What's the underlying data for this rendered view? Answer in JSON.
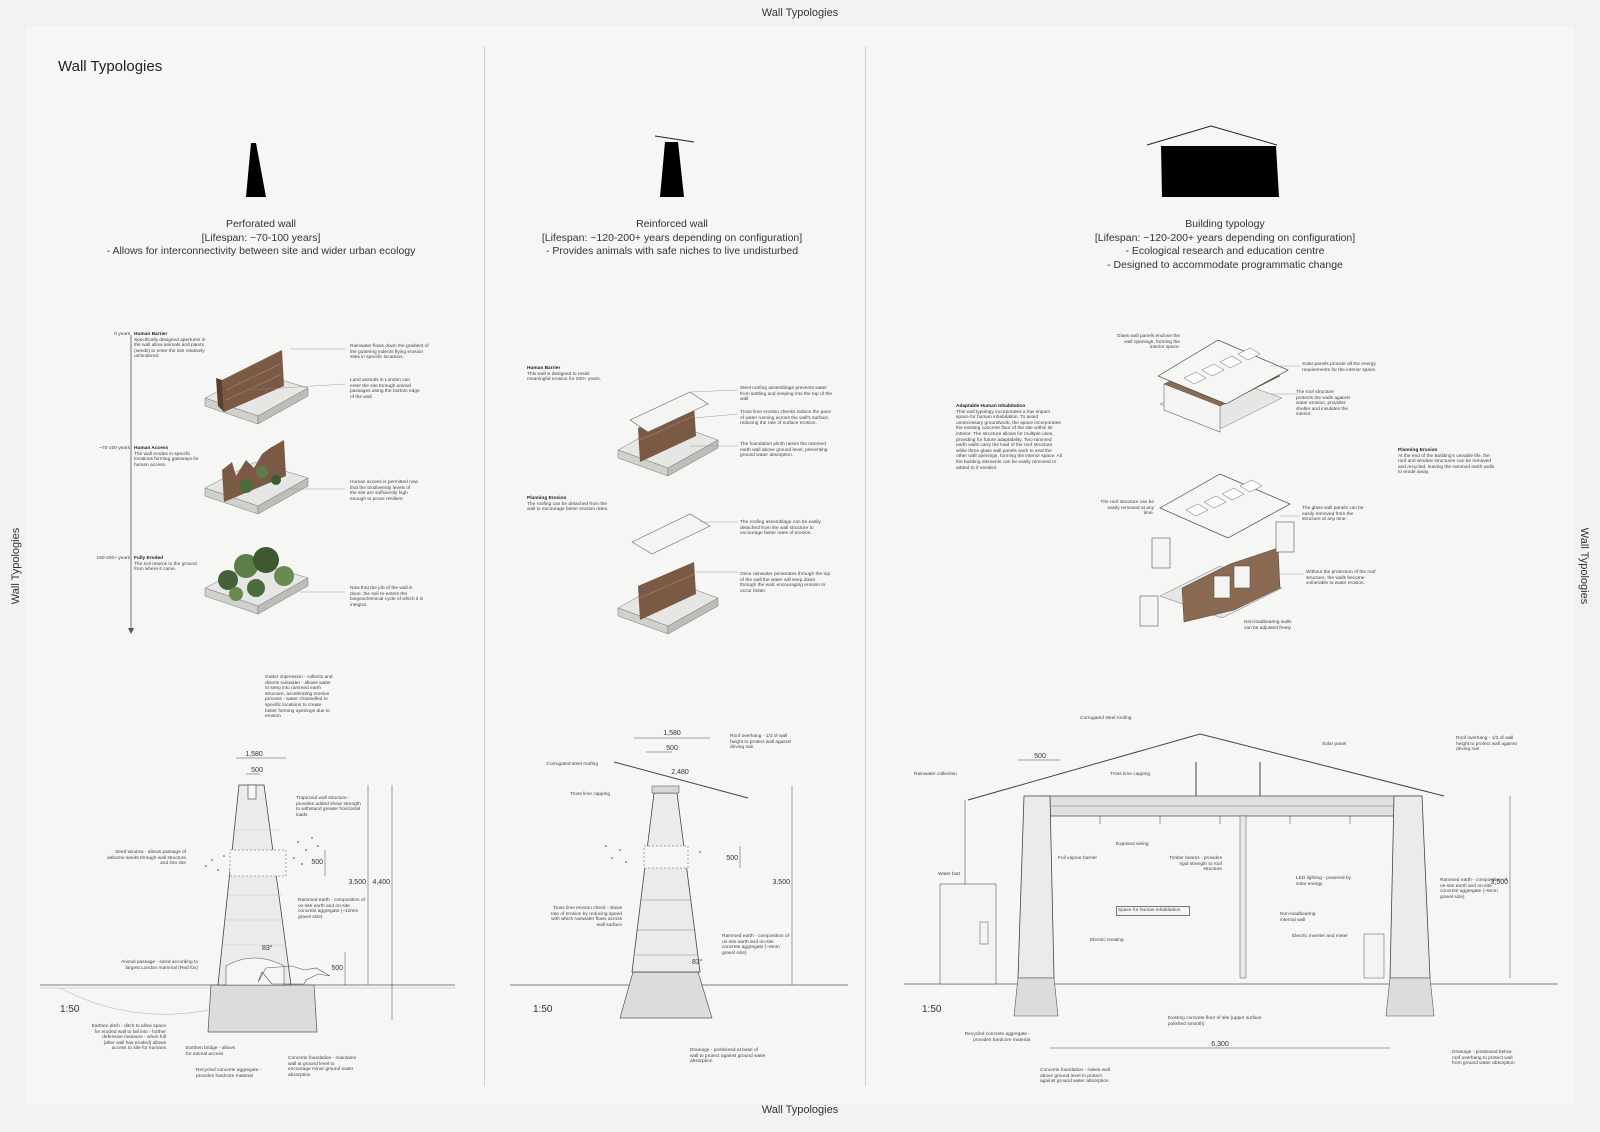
{
  "frame_label": "Wall Typologies",
  "sheet_title": "Wall Typologies",
  "columns": [
    {
      "title": "Perforated wall",
      "lifespan": "[Lifespan: ~70-100 years]",
      "notes": [
        "- Allows for interconnectivity between site and wider urban ecology"
      ],
      "stages": [
        {
          "time": "0 years",
          "heading": "Human Barrier",
          "text": "Specifically designed apertures in the wall allow animals and plants (seeds) to enter the site relatively unhindered."
        },
        {
          "time": "~70-100 years",
          "heading": "Human Access",
          "text": "The wall erodes in specific locations forming gateways for human access."
        },
        {
          "time": "150-200+ years",
          "heading": "Fully Eroded",
          "text": "The soil returns to the ground from where it came."
        }
      ],
      "right_notes": [
        "Rainwater flows down the gradient of the guttering indents flying erosion sites in specific locations.",
        "Land animals in London can enter the site through animal passages along the bottom edge of the wall.",
        "Human access is permitted now that the biodiversity levels of the site are sufficiently high enough to prove resilient.",
        "Now that the job of the wall is done, the soil re-enters the biogeochemical cycle of which it is integral."
      ],
      "section_notes": [
        "Gutter impression - collects and directs rainwater - allows water to seep into rammed earth structure, accelerating erosion process - water channelled to specific locations to create faster forming openings due to erosion",
        "Trapezoid wall structure - provides added shear strength to withstand greater horizontal loads",
        "Seed window - allows passage of airborne seeds through wall structure and into site",
        "Rammed earth - composition of on-site earth and on-site concrete aggregate (~12mm gravel size)",
        "Animal passage - sized according to largest London mammal (Red fox)",
        "Earthen ditch - ditch to allow space for eroded wall to fall into - further defensive measure - when full (after wall has eroded) allows access to site for humans",
        "Earthen bridge - allows for animal access",
        "Recycled concrete aggregate - provides hardcore material",
        "Concrete foundation - maintains wall at ground level to encourage minor ground water absorption"
      ],
      "dims": {
        "top": "1,580",
        "mid": "500",
        "seed": "500",
        "h1": "3,500",
        "h2": "4,400",
        "animal": "500",
        "angle": "83°"
      },
      "scale": "1:50"
    },
    {
      "title": "Reinforced wall",
      "lifespan": "[Lifespan: ~120-200+ years depending on configuration]",
      "notes": [
        "- Provides animals with safe niches to live undisturbed"
      ],
      "left_notes": [
        {
          "heading": "Human Barrier",
          "text": "This wall is designed to resist meaningful erosion for 200+ years."
        },
        {
          "heading": "Planning Erosion",
          "text": "The roofing can be detached from the wall to encourage faster erosion rates."
        }
      ],
      "right_notes": [
        "Steel roofing assemblage prevents water from settling and seeping into the top of the wall.",
        "Tross lime erosion checks reduce the pace of water running across the wall's surface, reducing the rate of surface erosion.",
        "The foundation plinth raises the rammed earth wall above ground level, preventing ground water absorption.",
        "The roofing assemblage can be easily detached from the wall structure to encourage faster rates of erosion.",
        "Once rainwater penetrates through the top of the wall the water will seep down through the wall, encouraging erosion to occur faster."
      ],
      "section_notes": [
        "Roof overhang - 1/3 of wall height to protect wall against driving rain",
        "Corrugated steel roofing",
        "Tross lime capping",
        "Tross lime erosion check - slows rate of erosion by reducing speed with which rainwater flows across wall surface",
        "Rammed earth - composition of on-site earth and on-site concrete aggregate (~8mm gravel size)",
        "Drainage - positioned at base of wall to protect against ground water absorption"
      ],
      "dims": {
        "top": "1,580",
        "mid": "500",
        "roof": "2,480",
        "seed": "500",
        "h1": "3,500",
        "angle": "83°"
      },
      "scale": "1:50"
    },
    {
      "title": "Building typology",
      "lifespan": "[Lifespan: ~120-200+ years depending on configuration]",
      "notes": [
        "- Ecological research and education centre",
        "- Designed to accommodate programmatic change"
      ],
      "left_notes": [
        {
          "heading": "Adaptable Human Inhabitation",
          "text": "This wall typology incorporates a low-impact space for human inhabitation. To avoid unnecessary groundwork, the space incorporates the existing concrete floor of the site within its interior. The structure allows for multiple uses, providing for future adaptability. Two rammed earth walls carry the load of the roof structure while three glass wall panels work to seal the other wall openings, forming the interior space. All the building elements can be easily removed or added to if needed."
        },
        {
          "heading": "",
          "text": "Glass wall panels enclose the wall openings, forming the interior space."
        },
        {
          "heading": "",
          "text": "The roof structure can be easily removed at any time."
        }
      ],
      "right_notes": [
        "Solar panels provide all the energy requirements for the interior space.",
        "The roof structure protects the walls against water erosion, provides shelter and insulates the interior.",
        "The glass wall panels can be easily removed from the structure at any time.",
        "Without the protection of the roof structure, the walls become vulnerable to water erosion.",
        "Non-loadbearing walls can be adjusted freely"
      ],
      "planning": {
        "heading": "Planning Erosion",
        "text": "At the end of the Building's useable life, the roof and window structures can be removed and recycled, leaving the rammed earth walls to erode away."
      },
      "section_notes": [
        "Corrugated steel roofing",
        "Solar panel",
        "Roof overhang - 1/3 of wall height to protect wall against driving rain",
        "Rainwater collection",
        "Tross lime capping",
        "Exposed wiring",
        "Foil vapour barrier",
        "Timber beams - provides rigid strength to roof structure",
        "LED lighting - powered by solar energy",
        "Rammed earth - composition of on-site earth and on-site concrete aggregate (~6mm gravel size)",
        "Water butt",
        "Space for human inhabitation",
        "Non-loadbearing internal wall",
        "Electric Heating",
        "Electric inverter and meter",
        "Existing concrete floor of site (upper surface polished smooth)",
        "Recycled concrete aggregate - provides hardcore material",
        "Concrete foundation - raises wall above ground level to protect against ground water absorption",
        "Drainage - positioned below roof overhang to protect wall from ground water absorption"
      ],
      "dims": {
        "top": "500",
        "h1": "3,500",
        "span": "6,300"
      },
      "scale": "1:50"
    }
  ]
}
